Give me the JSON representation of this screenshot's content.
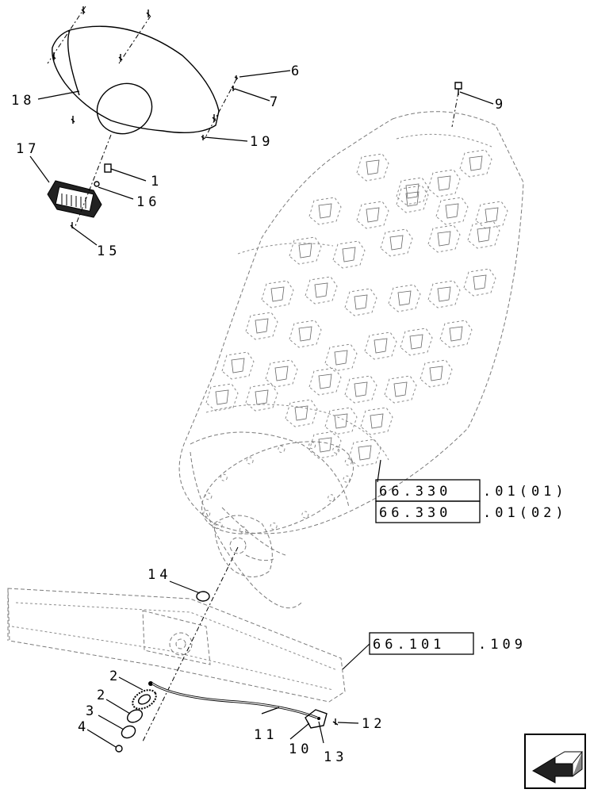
{
  "callouts": [
    "1",
    "2",
    "3",
    "4",
    "6",
    "7",
    "9",
    "10",
    "11",
    "12",
    "13",
    "14",
    "15",
    "16",
    "17",
    "18",
    "19"
  ],
  "references": {
    "ref_a_boxed": "66.330",
    "ref_a_suffix": ".01(01)",
    "ref_b_boxed": "66.330",
    "ref_b_suffix": ".01(02)",
    "ref_c_boxed": "66.101",
    "ref_c_suffix": ".109"
  },
  "icons": {
    "nav": "previous-page-arrow-icon"
  }
}
